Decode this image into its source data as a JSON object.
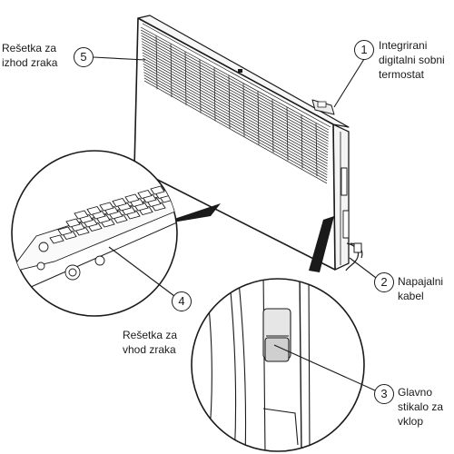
{
  "callouts": [
    {
      "number": "1",
      "lines": [
        "Integrirani",
        "digitalni sobni",
        "termostat"
      ]
    },
    {
      "number": "2",
      "lines": [
        "Napajalni",
        "kabel"
      ]
    },
    {
      "number": "3",
      "lines": [
        "Glavno",
        "stikalo za",
        "vklop"
      ]
    },
    {
      "number": "4",
      "lines": [
        "Rešetka za",
        "vhod zraka"
      ]
    },
    {
      "number": "5",
      "lines": [
        "Rešetka za",
        "izhod zraka"
      ]
    }
  ],
  "colors": {
    "line": "#1a1a1a",
    "fill": "#ffffff",
    "shade": "#d9d9d9"
  }
}
